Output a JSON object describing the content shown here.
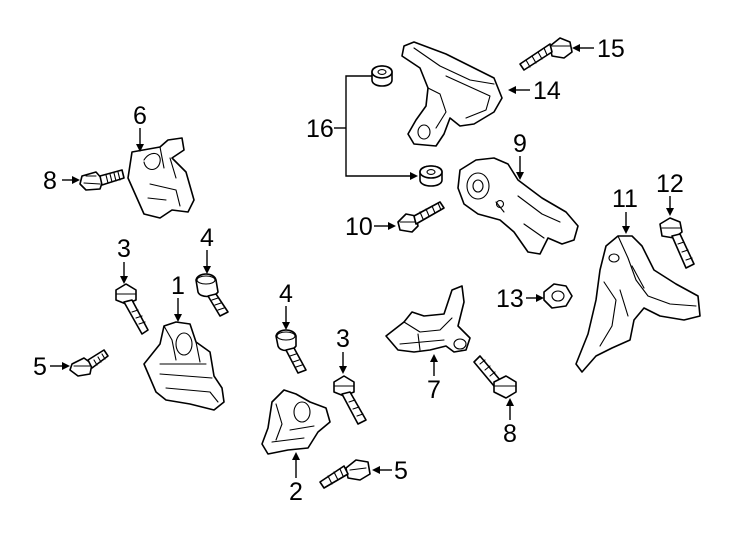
{
  "diagram": {
    "callouts": {
      "c1": "1",
      "c2": "2",
      "c3a": "3",
      "c3b": "3",
      "c4a": "4",
      "c4b": "4",
      "c5a": "5",
      "c5b": "5",
      "c6": "6",
      "c7": "7",
      "c8a": "8",
      "c8b": "8",
      "c9": "9",
      "c10": "10",
      "c11": "11",
      "c12": "12",
      "c13": "13",
      "c14": "14",
      "c15": "15",
      "c16": "16"
    },
    "parts": [
      "engine-mount-1",
      "engine-mount-2",
      "bolt-3",
      "bolt-4",
      "bolt-5",
      "bracket-6",
      "bracket-7",
      "bolt-8",
      "rear-mount-9",
      "bolt-10",
      "bracket-11",
      "bolt-12",
      "nut-13",
      "bracket-14",
      "bolt-15",
      "bushing-16"
    ]
  }
}
